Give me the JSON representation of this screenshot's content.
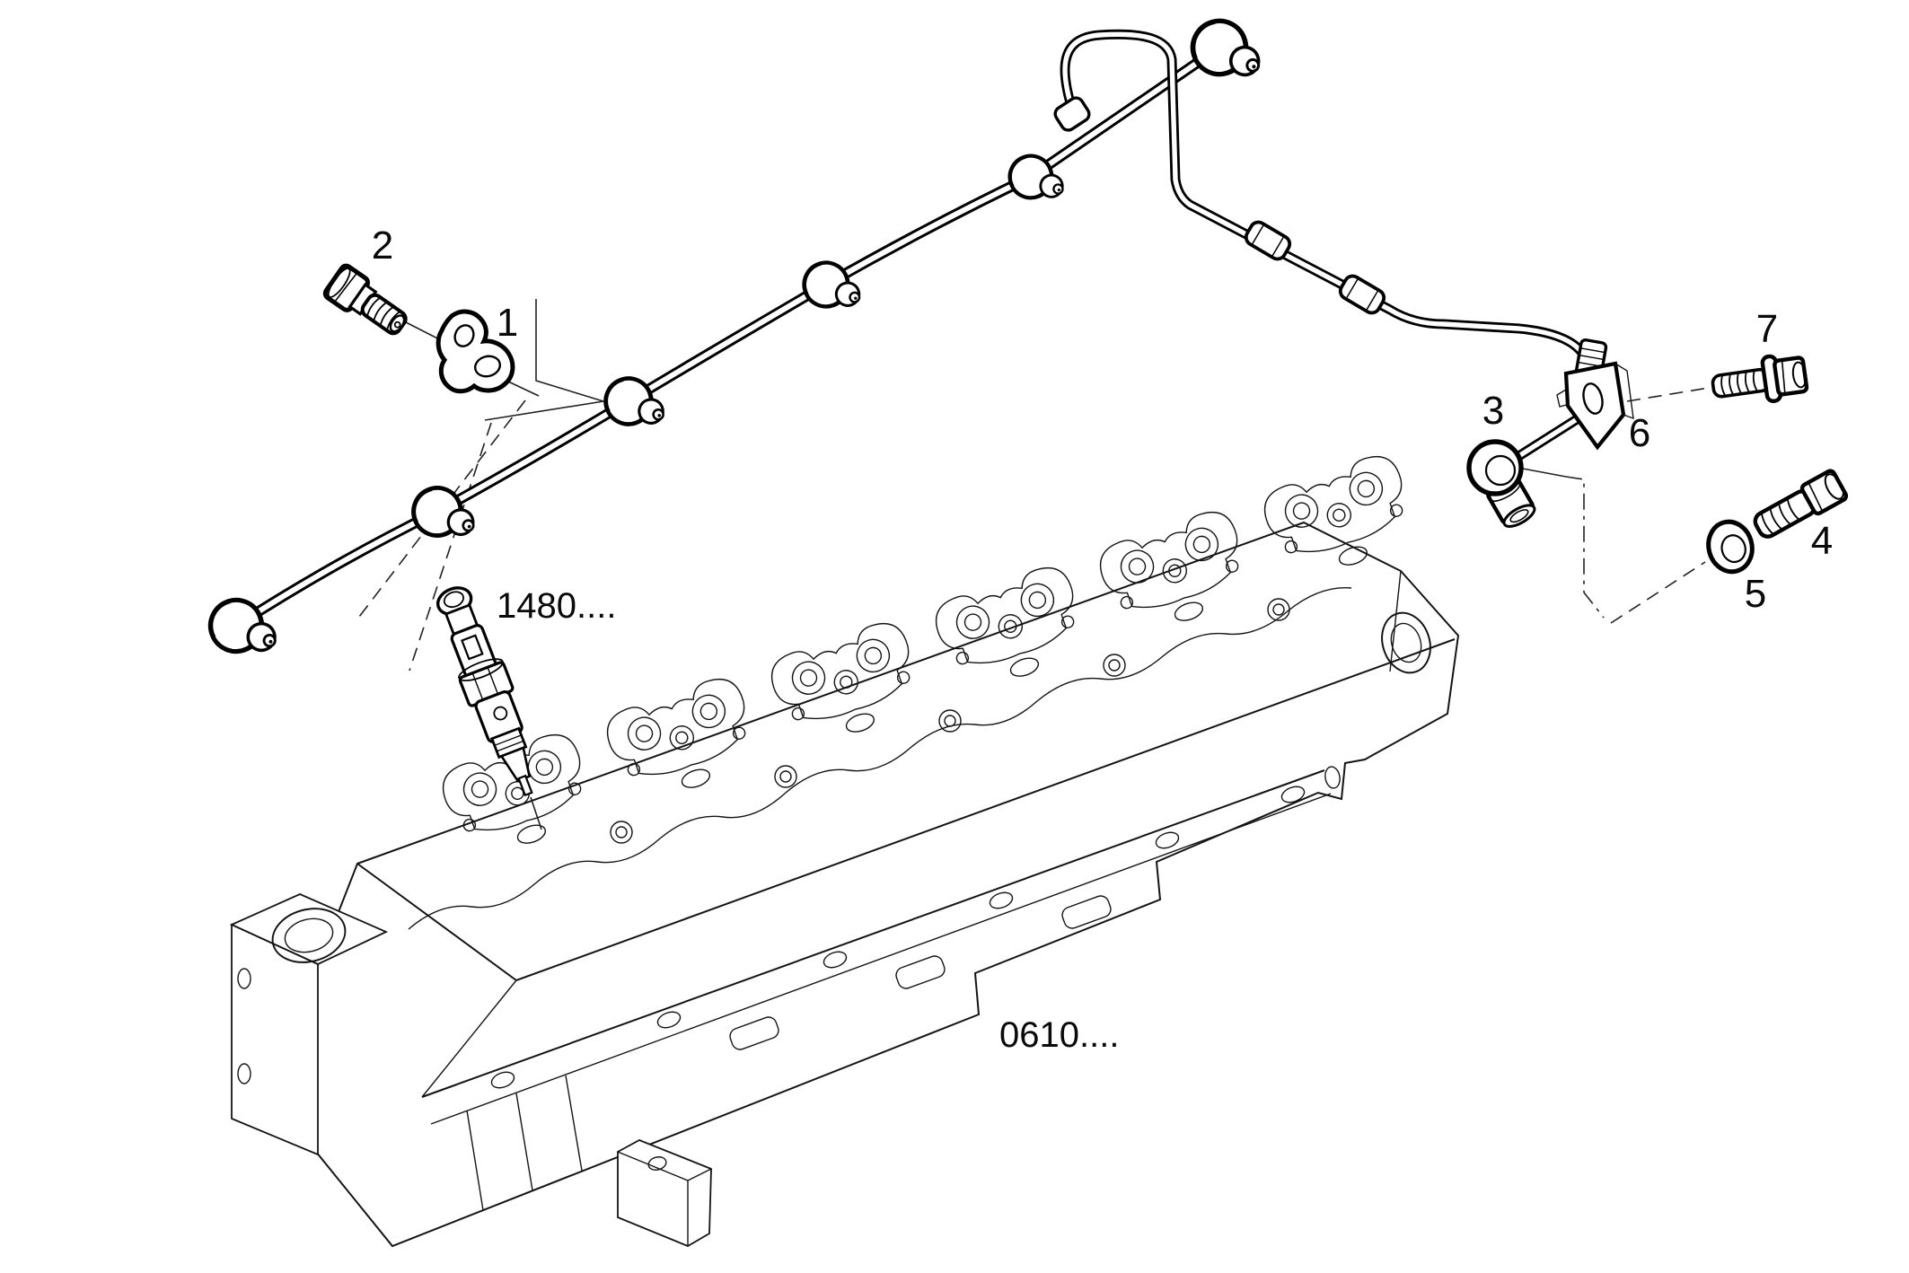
{
  "diagram": {
    "kind": "exploded-parts-line-drawing",
    "subject": "cylinder head - injector fuel leak-off pipe assembly",
    "background": "#ffffff",
    "ink": "#000000",
    "callouts": [
      {
        "number": "1",
        "part": "clamp-plate"
      },
      {
        "number": "2",
        "part": "hollow-screw"
      },
      {
        "number": "3",
        "part": "elbow-union"
      },
      {
        "number": "4",
        "part": "hex-bolt"
      },
      {
        "number": "5",
        "part": "washer"
      },
      {
        "number": "6",
        "part": "support-bracket"
      },
      {
        "number": "7",
        "part": "flanged-screw"
      }
    ],
    "references": [
      {
        "code": "1480....",
        "part": "fuel-injector"
      },
      {
        "code": "0610....",
        "part": "cylinder-head"
      }
    ],
    "parts": [
      "fuel-leak-off-pipe",
      "pipe-union-nut-x6",
      "expansion-loop",
      "pipe-sleeve-x2",
      "fuel-injector",
      "clamp-plate",
      "hollow-screw",
      "elbow-union",
      "support-bracket",
      "flanged-screw",
      "hex-bolt",
      "washer",
      "cylinder-head"
    ]
  }
}
